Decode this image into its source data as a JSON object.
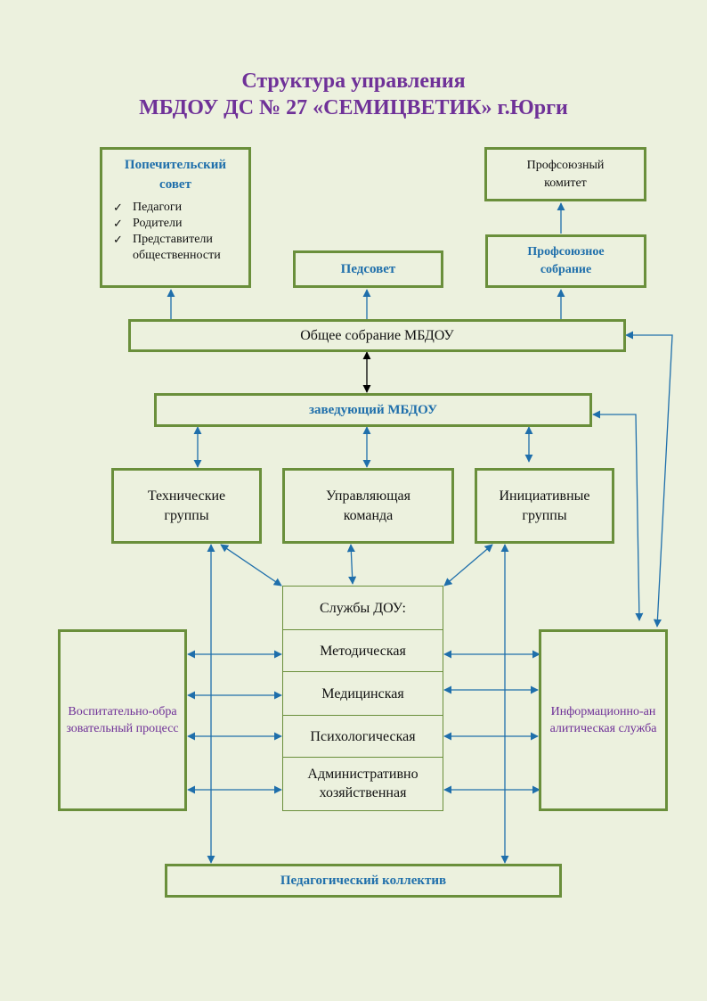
{
  "title": {
    "line1": "Структура  управления",
    "line2": "МБДОУ ДС № 27 «СЕМИЦВЕТИК» г.Юрги"
  },
  "board": {
    "title": "Попечительский совет",
    "members": [
      "Педагоги",
      "Родители",
      "Представители общественности"
    ]
  },
  "union_committee": "Профсоюзный комитет",
  "union_meeting": "Профсоюзное собрание",
  "ped_council": "Педсовет",
  "general_meeting": "Общее собрание МБДОУ",
  "head": "заведующий МБДОУ",
  "tech_groups": "Технические группы",
  "mgmt_team": "Управляющая команда",
  "init_groups": "Инициативные группы",
  "services": {
    "header": "Службы ДОУ:",
    "items": [
      "Методическая",
      "Медицинская",
      "Психологическая",
      "Административно хозяйственная"
    ]
  },
  "edu_process": "Воспитательно-образовательный процесс",
  "info_service": "Информационно-аналитическая служба",
  "ped_staff": "Педагогический коллектив",
  "colors": {
    "border": "#6a8f3b",
    "arrow": "#1f6fab",
    "title": "#6f3198",
    "background": "#ecf1de"
  }
}
